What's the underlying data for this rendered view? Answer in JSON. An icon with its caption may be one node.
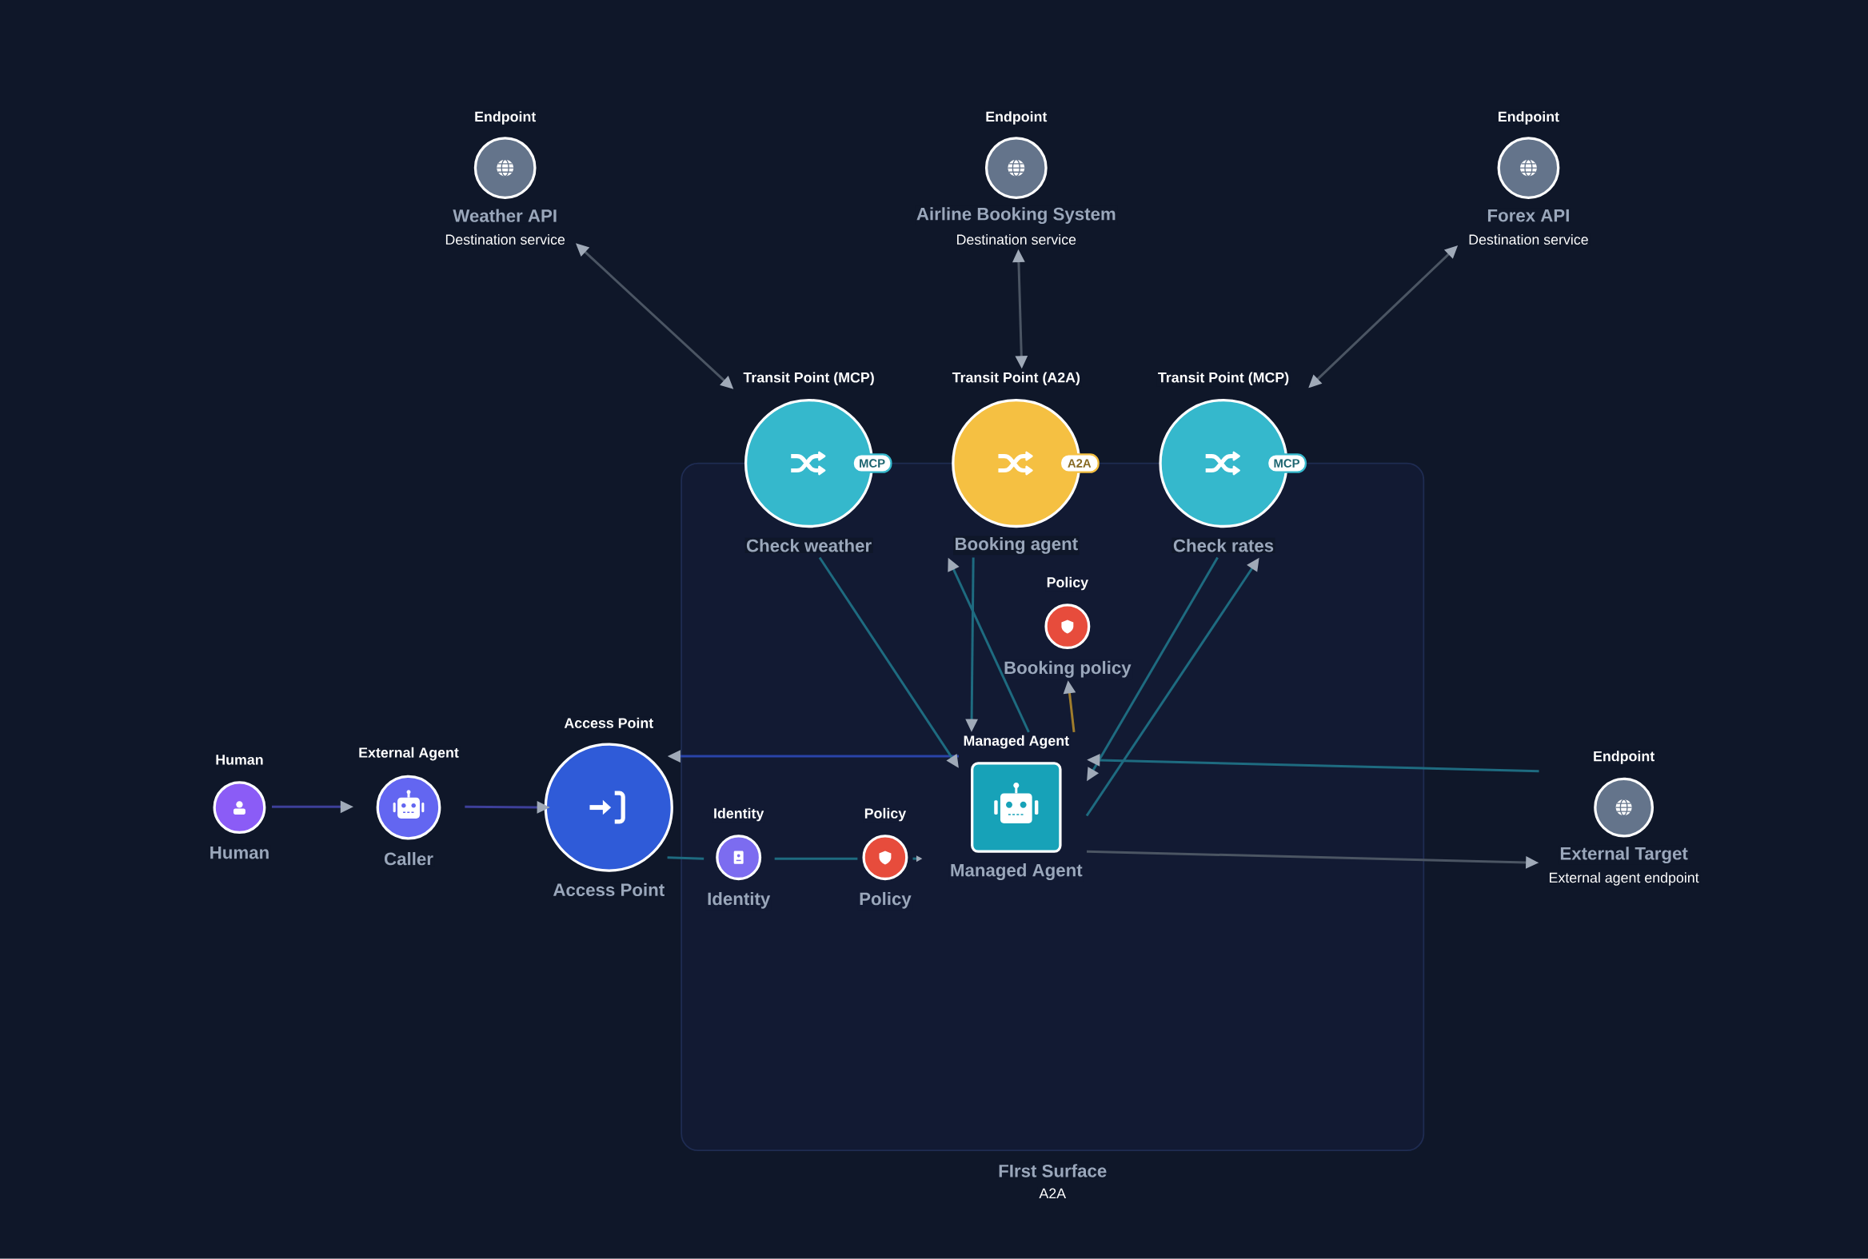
{
  "diagram": {
    "nodes": [
      {
        "text": [
          "FIrst Surface",
          "A2A"
        ]
      },
      {
        "text": [
          "Endpoint",
          "Weather API",
          "Destination service"
        ]
      },
      {
        "text": [
          "Endpoint",
          "Airline Booking System",
          "Destination service"
        ]
      },
      {
        "text": [
          "Endpoint",
          "Forex API",
          "Destination service"
        ]
      },
      {
        "text": [
          "Transit Point (MCP)",
          "MCP",
          "Check weather"
        ]
      },
      {
        "text": [
          "Transit Point (A2A)",
          "A2A",
          "Booking agent"
        ]
      },
      {
        "text": [
          "Transit Point (MCP)",
          "MCP",
          "Check rates"
        ]
      },
      {
        "text": [
          "Policy",
          "Booking policy"
        ],
        "in": 0
      },
      {
        "text": [
          "Human",
          "Human"
        ]
      },
      {
        "text": [
          "External Agent",
          "Caller"
        ]
      },
      {
        "text": [
          "Access Point",
          "Access Point"
        ]
      },
      {
        "text": [
          "Identity",
          "Identity"
        ],
        "in": 0
      },
      {
        "text": [
          "Policy",
          "Policy"
        ],
        "in": 0
      },
      {
        "text": [
          "Managed Agent",
          "Managed Agent"
        ],
        "in": 0
      },
      {
        "text": [
          "Endpoint",
          "External Target",
          "External agent endpoint"
        ]
      }
    ],
    "edges": [
      {
        "from": 8,
        "to": 9,
        "arrow": "to",
        "color": "#3d3f99"
      },
      {
        "from": 9,
        "to": 10,
        "arrow": "to",
        "color": "#3d3f99"
      },
      {
        "from": 1,
        "to": 4,
        "arrow": "both",
        "color": "#4b5563"
      },
      {
        "from": 2,
        "to": 5,
        "arrow": "both",
        "color": "#4b5563"
      },
      {
        "from": 3,
        "to": 6,
        "arrow": "both",
        "color": "#4b5563"
      },
      {
        "from": 10,
        "to": 11,
        "arrow": "none"
      },
      {
        "from": 11,
        "to": 12,
        "arrow": "none"
      },
      {
        "from": 12,
        "to": null,
        "arrow": "to"
      },
      {
        "from": 13,
        "to": 10,
        "arrow": "to",
        "color": "#2943a8"
      },
      {
        "from": 4,
        "to": 13,
        "arrow": "to"
      },
      {
        "from": 13,
        "to": 5,
        "arrow": "to"
      },
      {
        "from": 5,
        "to": 13,
        "arrow": "to"
      },
      {
        "from": 6,
        "to": 13,
        "arrow": "to"
      },
      {
        "from": 13,
        "to": 6,
        "arrow": "to"
      },
      {
        "from": 13,
        "to": 7,
        "arrow": "to",
        "color": "#a07d2c"
      },
      {
        "from": 14,
        "to": 13,
        "arrow": "to"
      },
      {
        "from": 13,
        "to": 14,
        "arrow": "to",
        "color": "#4b5563"
      }
    ]
  }
}
